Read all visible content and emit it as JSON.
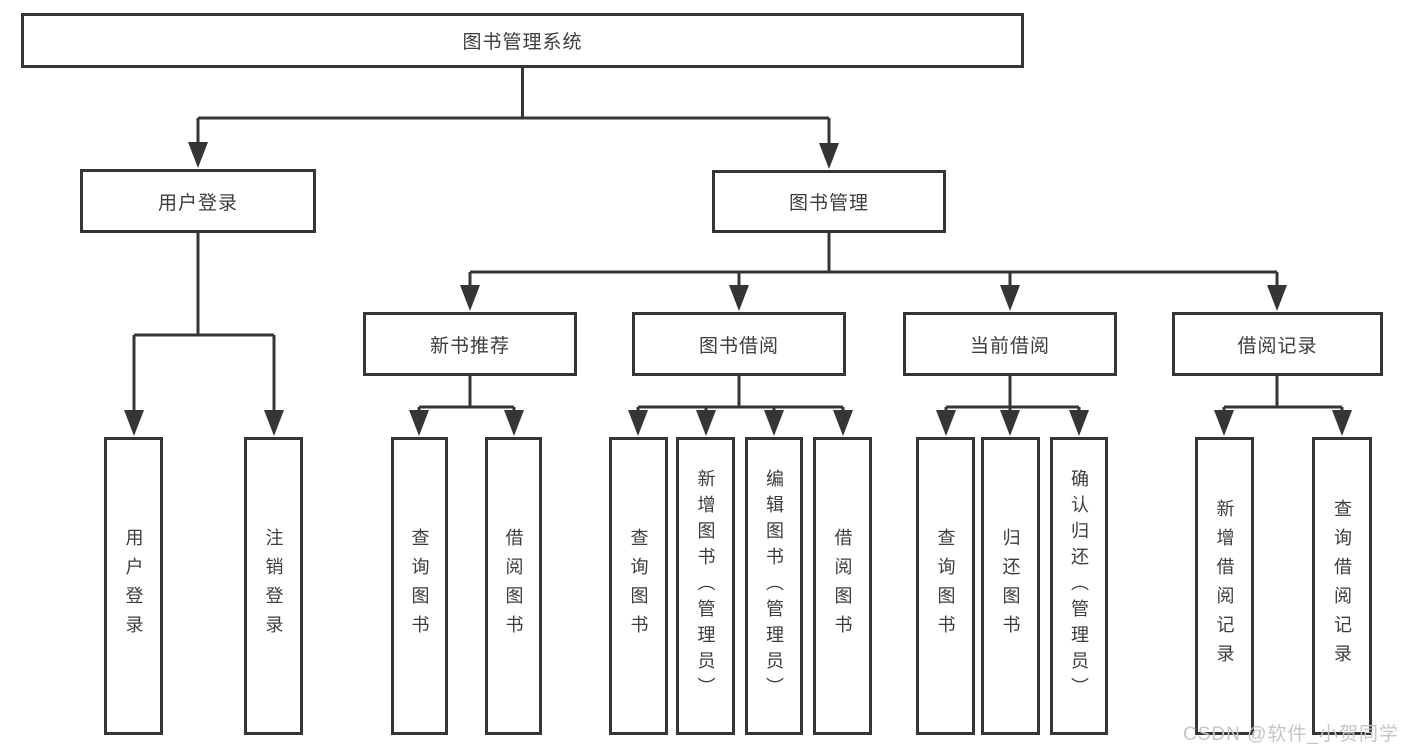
{
  "colors": {
    "line": "#353535",
    "text": "#3d3d3d",
    "watermark": "#c6c6c6",
    "background": "#ffffff"
  },
  "tree": {
    "label": "图书管理系统",
    "children": [
      {
        "label": "用户登录",
        "children": [
          {
            "label": "用户登录"
          },
          {
            "label": "注销登录"
          }
        ]
      },
      {
        "label": "图书管理",
        "children": [
          {
            "label": "新书推荐",
            "children": [
              {
                "label": "查询图书"
              },
              {
                "label": "借阅图书"
              }
            ]
          },
          {
            "label": "图书借阅",
            "children": [
              {
                "label": "查询图书"
              },
              {
                "label": "新增图书（管理员）"
              },
              {
                "label": "编辑图书（管理员）"
              },
              {
                "label": "借阅图书"
              }
            ]
          },
          {
            "label": "当前借阅",
            "children": [
              {
                "label": "查询图书"
              },
              {
                "label": "归还图书"
              },
              {
                "label": "确认归还（管理员）"
              }
            ]
          },
          {
            "label": "借阅记录",
            "children": [
              {
                "label": "新增借阅记录"
              },
              {
                "label": "查询借阅记录"
              }
            ]
          }
        ]
      }
    ]
  },
  "watermark": {
    "text": "CSDN @软件_小贺同学"
  }
}
